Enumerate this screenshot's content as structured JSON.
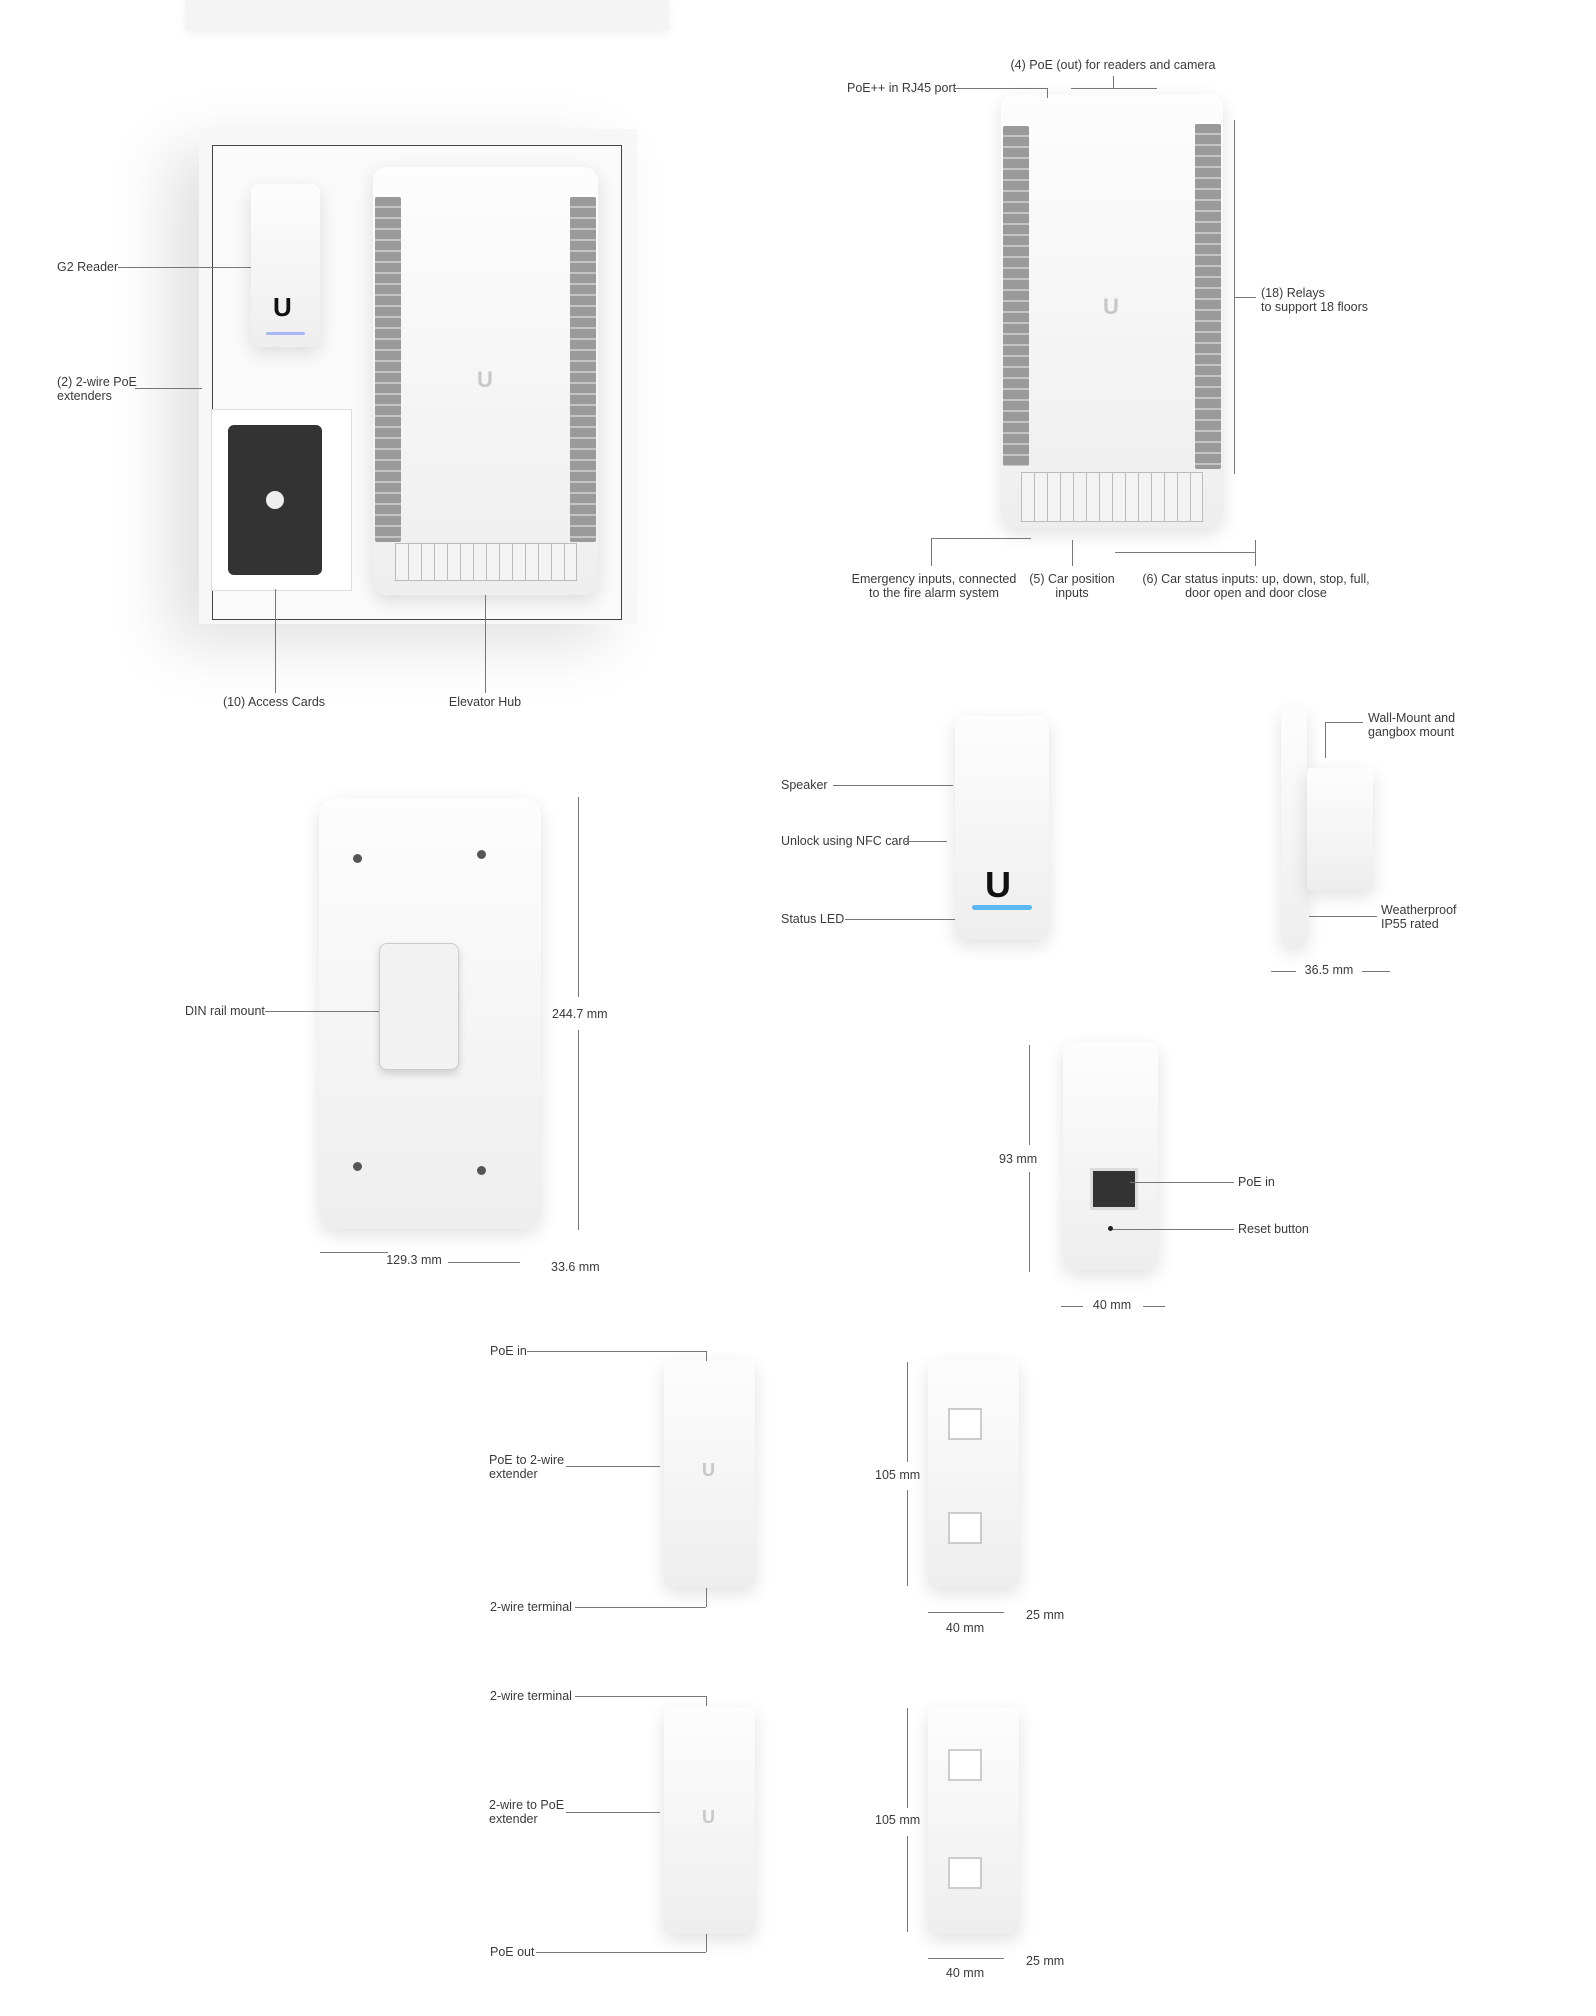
{
  "kit": {
    "labels": {
      "g2_reader": "G2 Reader",
      "extenders": [
        "(2) 2-wire PoE",
        "extenders"
      ],
      "access_cards": "(10) Access Cards",
      "elevator_hub": "Elevator Hub"
    }
  },
  "hub_front": {
    "labels": {
      "poe_out": "(4) PoE (out) for readers and camera",
      "poe_in": "PoE++ in RJ45 port",
      "relays": [
        "(18) Relays",
        "to support 18 floors"
      ],
      "emergency": [
        "Emergency inputs, connected",
        "to the fire alarm system"
      ],
      "car_position": [
        "(5) Car position",
        "inputs"
      ],
      "car_status": [
        "(6) Car status inputs: up, down, stop, full,",
        "door open and door close"
      ]
    }
  },
  "reader_front": {
    "labels": {
      "speaker": "Speaker",
      "nfc": "Unlock using NFC card",
      "led": "Status LED"
    },
    "led_color": "#5ab8f5"
  },
  "reader_side": {
    "labels": {
      "mount": [
        "Wall-Mount and",
        "gangbox mount"
      ],
      "weather": [
        "Weatherproof",
        "IP55 rated"
      ],
      "depth": "36.5 mm"
    }
  },
  "hub_back": {
    "labels": {
      "din": "DIN rail mount",
      "height": "244.7 mm",
      "width": "129.3 mm",
      "depth": "33.6 mm"
    }
  },
  "reader_back": {
    "labels": {
      "height": "93 mm",
      "poe_in": "PoE in",
      "reset": "Reset button",
      "width": "40 mm"
    }
  },
  "extender1": {
    "labels": {
      "top": "PoE in",
      "middle": [
        "PoE to 2-wire",
        "extender"
      ],
      "bottom": "2-wire terminal",
      "height": "105 mm",
      "depth": "25 mm",
      "width": "40 mm"
    }
  },
  "extender2": {
    "labels": {
      "top": "2-wire terminal",
      "middle": [
        "2-wire to PoE",
        "extender"
      ],
      "bottom": "PoE out",
      "height": "105 mm",
      "depth": "25 mm",
      "width": "40 mm"
    }
  },
  "logo_text": "U"
}
